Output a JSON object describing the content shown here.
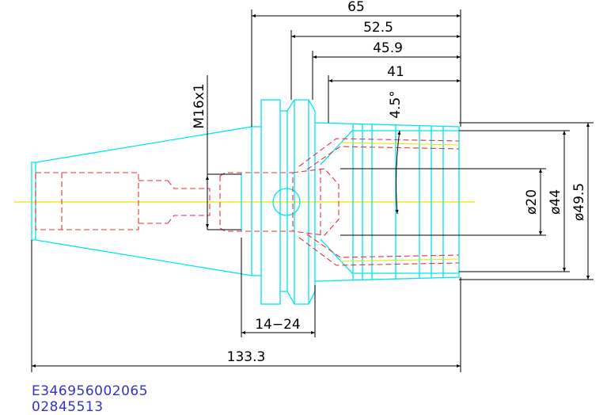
{
  "dimensions": {
    "d65": "65",
    "d52_5": "52.5",
    "d45_9": "45.9",
    "d41": "41",
    "angle": "4.5°",
    "thread": "M16x1",
    "dia20": "ø20",
    "dia44": "ø44",
    "dia49_5": "ø49.5",
    "range": "14−24",
    "overall": "133.3"
  },
  "codes": {
    "line1": "E346956002065",
    "line2": "02845513"
  },
  "colors": {
    "outline": "#00e5ee",
    "hidden": "#e8323c",
    "centerline": "#e6e600",
    "dimension": "#000000",
    "code_text": "#3333cc"
  }
}
